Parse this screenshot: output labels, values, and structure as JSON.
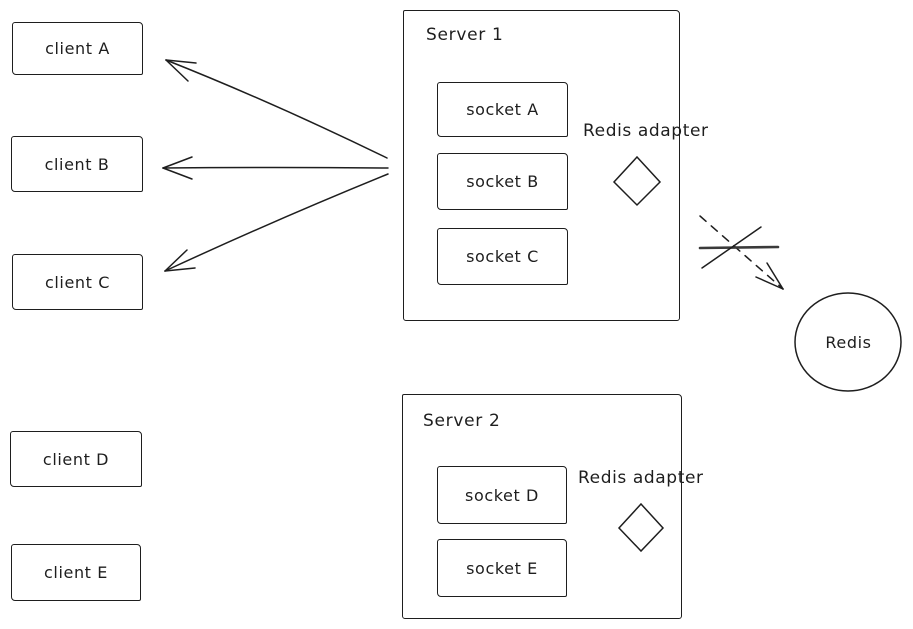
{
  "colors": {
    "stroke": "#1e1e1e",
    "background": "#ffffff"
  },
  "clients": [
    {
      "label": "client A"
    },
    {
      "label": "client B"
    },
    {
      "label": "client C"
    },
    {
      "label": "client D"
    },
    {
      "label": "client E"
    }
  ],
  "servers": [
    {
      "title": "Server 1",
      "adapter_label": "Redis adapter",
      "sockets": [
        {
          "label": "socket A"
        },
        {
          "label": "socket B"
        },
        {
          "label": "socket C"
        }
      ]
    },
    {
      "title": "Server 2",
      "adapter_label": "Redis adapter",
      "sockets": [
        {
          "label": "socket D"
        },
        {
          "label": "socket E"
        }
      ]
    }
  ],
  "redis": {
    "label": "Redis"
  },
  "edges": [
    {
      "from": "server-1",
      "to": "client-a",
      "style": "solid-arrow"
    },
    {
      "from": "server-1",
      "to": "client-b",
      "style": "solid-arrow"
    },
    {
      "from": "server-1",
      "to": "client-c",
      "style": "solid-arrow"
    },
    {
      "from": "server-1-redis-adapter",
      "to": "redis",
      "style": "dashed-arrow-crossed-out"
    }
  ]
}
